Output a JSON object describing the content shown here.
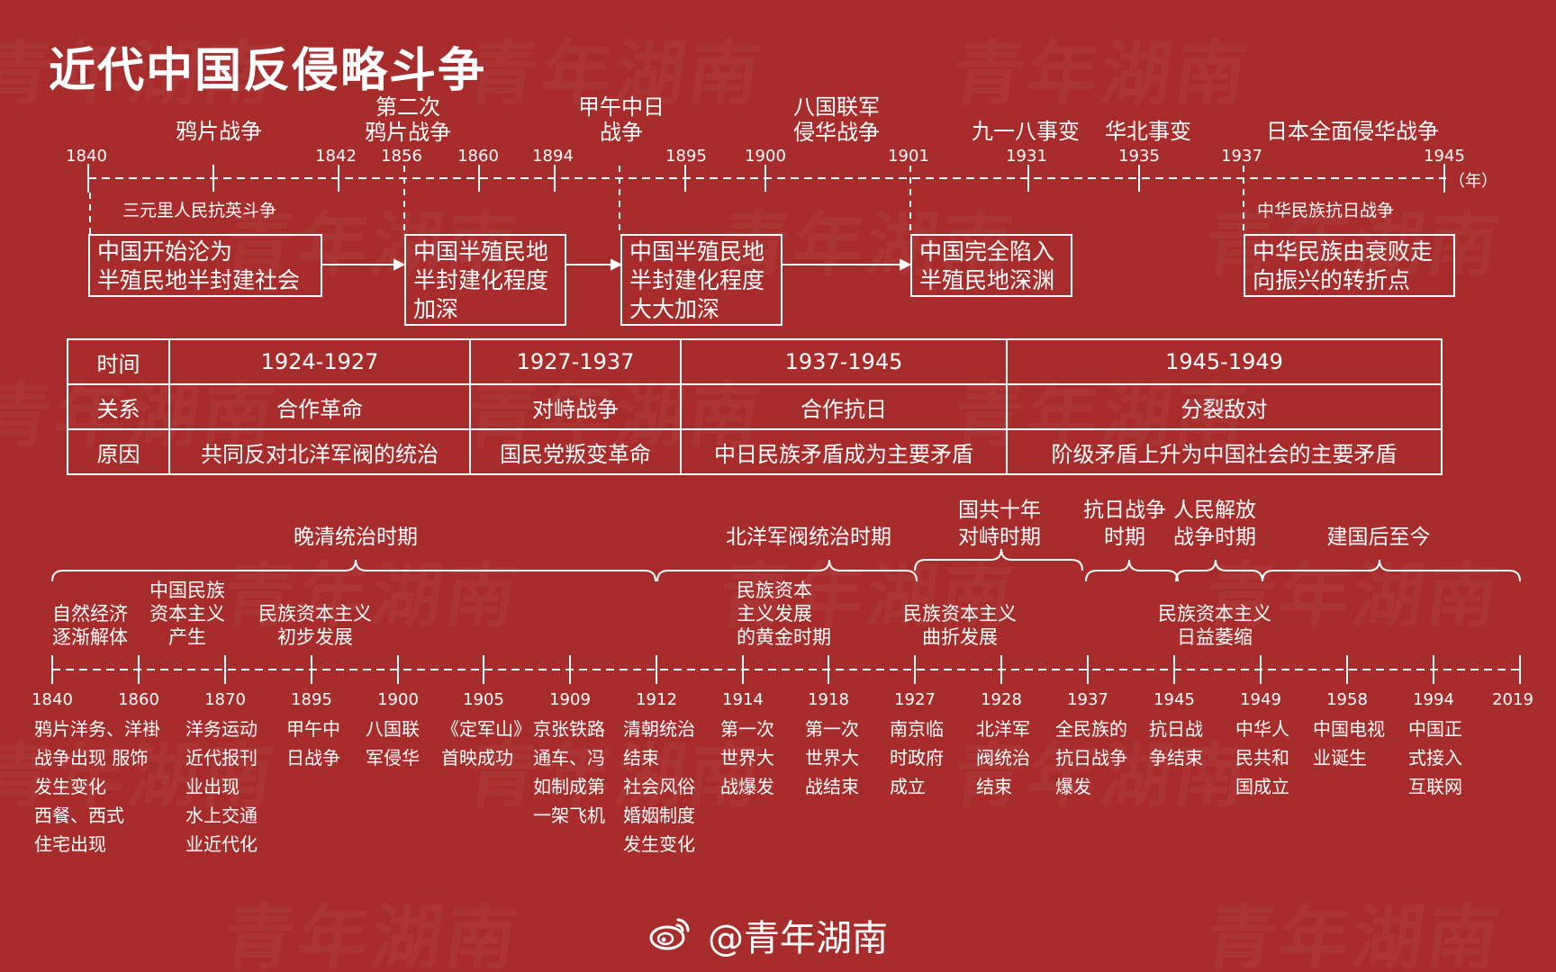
{
  "title": "近代中国反侵略斗争",
  "top_timeline": {
    "unit": "（年）",
    "years": [
      "1840",
      "1842",
      "1856",
      "1860",
      "1894",
      "1895",
      "1900",
      "1901",
      "1931",
      "1935",
      "1937",
      "1945"
    ],
    "events": [
      {
        "name": "鸦片战争"
      },
      {
        "name": "第二次\n鸦片战争"
      },
      {
        "name": "甲午中日\n战争"
      },
      {
        "name": "八国联军\n侵华战争"
      },
      {
        "name": "九一八事变"
      },
      {
        "name": "华北事变"
      },
      {
        "name": "日本全面侵华战争"
      }
    ],
    "sub_notes": [
      "三元里人民抗英斗争",
      "中华民族抗日战争"
    ],
    "boxes": [
      {
        "text": "中国开始沦为\n半殖民地半封建社会"
      },
      {
        "text": "中国半殖民地\n半封建化程度\n加深"
      },
      {
        "text": "中国半殖民地\n半封建化程度\n大大加深"
      },
      {
        "text": "中国完全陷入\n半殖民地深渊"
      },
      {
        "text": "中华民族由衰败走\n向振兴的转折点"
      }
    ]
  },
  "relations_table": {
    "row_headers": [
      "时间",
      "关系",
      "原因"
    ],
    "periods": [
      "1924-1927",
      "1927-1937",
      "1937-1945",
      "1945-1949"
    ],
    "relations": [
      "合作革命",
      "对峙战争",
      "合作抗日",
      "分裂敌对"
    ],
    "reasons": [
      "共同反对北洋军阀的统治",
      "国民党叛变革命",
      "中日民族矛盾成为主要矛盾",
      "阶级矛盾上升为中国社会的主要矛盾"
    ]
  },
  "bottom_timeline": {
    "eras": [
      {
        "name": "晚清统治时期"
      },
      {
        "name": "北洋军阀统治时期"
      },
      {
        "name": "国共十年\n对峙时期"
      },
      {
        "name": "抗日战争\n时期"
      },
      {
        "name": "人民解放\n战争时期"
      },
      {
        "name": "建国后至今"
      }
    ],
    "capital_notes": [
      {
        "text": "自然经济\n逐渐解体"
      },
      {
        "text": "中国民族\n资本主义\n产生"
      },
      {
        "text": "民族资本主义\n初步发展"
      },
      {
        "text": "民族资本\n主义发展\n的黄金时期"
      },
      {
        "text": "民族资本主义\n曲折发展"
      },
      {
        "text": "民族资本主义\n日益萎缩"
      }
    ],
    "years": [
      "1840",
      "1860",
      "1870",
      "1895",
      "1900",
      "1905",
      "1909",
      "1912",
      "1914",
      "1918",
      "1927",
      "1928",
      "1937",
      "1945",
      "1949",
      "1958",
      "1994",
      "2019"
    ],
    "events": [
      {
        "text": "鸦片洋务、洋褂\n战争出现 服饰\n发生变化\n西餐、西式\n住宅出现"
      },
      {
        "text": "洋务运动\n近代报刊\n业出现\n水上交通\n业近代化"
      },
      {
        "text": "甲午中\n日战争"
      },
      {
        "text": "八国联\n军侵华"
      },
      {
        "text": "《定军山》\n首映成功"
      },
      {
        "text": "京张铁路\n通车、冯\n如制成第\n一架飞机"
      },
      {
        "text": "清朝统治\n结束\n社会风俗\n婚姻制度\n发生变化"
      },
      {
        "text": "第一次\n世界大\n战爆发"
      },
      {
        "text": "第一次\n世界大\n战结束"
      },
      {
        "text": "南京临\n时政府\n成立"
      },
      {
        "text": "北洋军\n阀统治\n结束"
      },
      {
        "text": "全民族的\n抗日战争\n爆发"
      },
      {
        "text": "抗日战\n争结束"
      },
      {
        "text": "中华人\n民共和\n国成立"
      },
      {
        "text": "中国电视\n业诞生"
      },
      {
        "text": "中国正\n式接入\n互联网"
      }
    ]
  },
  "watermark": "青年湖南",
  "footer": {
    "brand": "@青年湖南",
    "icon": "weibo-icon"
  },
  "colors": {
    "background": "#a82c2b",
    "foreground": "#ffffff"
  }
}
